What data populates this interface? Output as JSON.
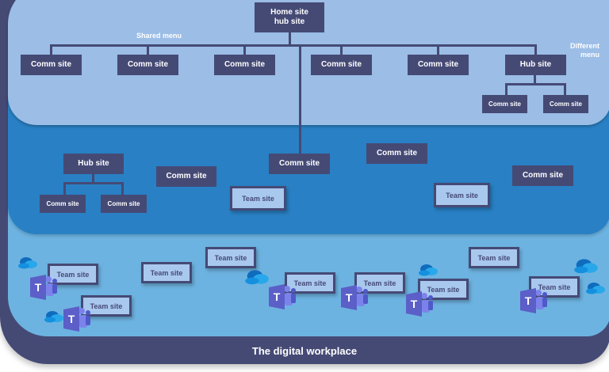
{
  "title": "The digital workplace",
  "colors": {
    "dark_navy": "#454a75",
    "top_layer": "#9bbde6",
    "middle_layer": "#2980c4",
    "bottom_layer": "#6db3e1",
    "team_box": "#a9c8ee",
    "teams_purple": "#5b5fc7"
  },
  "top_layer": {
    "home_site": {
      "line1": "Home site",
      "line2": "hub site"
    },
    "shared_menu_label": "Shared menu",
    "different_menu_label": {
      "line1": "Different",
      "line2": "menu"
    },
    "comm_sites": [
      "Comm site",
      "Comm site",
      "Comm site",
      "Comm site",
      "Comm site"
    ],
    "hub_site": {
      "label": "Hub site",
      "children": [
        "Comm site",
        "Comm site"
      ]
    }
  },
  "middle_layer": {
    "hub_site": {
      "label": "Hub site",
      "children": [
        "Comm site",
        "Comm site"
      ]
    },
    "comm_sites": [
      "Comm site",
      "Comm site",
      "Comm site",
      "Comm site"
    ],
    "team_sites": [
      "Team site",
      "Team site"
    ]
  },
  "bottom_layer": {
    "team_sites": [
      "Team site",
      "Team site",
      "Team site",
      "Team site",
      "Team site",
      "Team site",
      "Team site",
      "Team site",
      "Team site"
    ],
    "icons": {
      "teams": "microsoft-teams-icon",
      "onedrive": "onedrive-cloud-icon",
      "teams_letter": "T"
    }
  }
}
